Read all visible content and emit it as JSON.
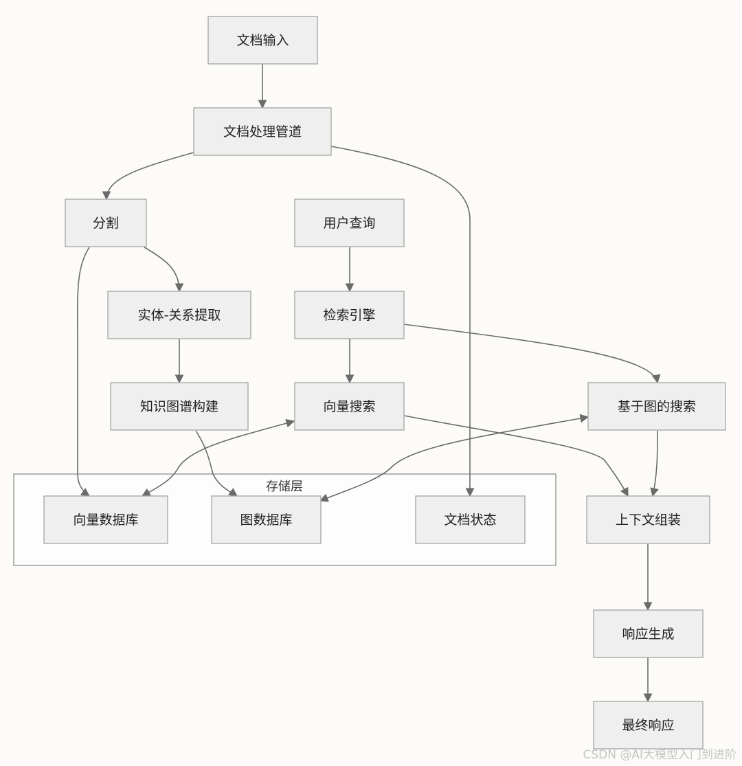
{
  "cluster": {
    "label": "存储层"
  },
  "nodes": {
    "doc_input": "文档输入",
    "doc_pipeline": "文档处理管道",
    "split": "分割",
    "user_query": "用户查询",
    "entity_extract": "实体-关系提取",
    "search_engine": "检索引擎",
    "kg_build": "知识图谱构建",
    "vector_search": "向量搜索",
    "graph_search": "基于图的搜索",
    "vector_db": "向量数据库",
    "graph_db": "图数据库",
    "doc_status": "文档状态",
    "context_assembly": "上下文组装",
    "response_gen": "响应生成",
    "final_response": "最终响应"
  },
  "edges": [
    {
      "from": "doc_input",
      "to": "doc_pipeline"
    },
    {
      "from": "doc_pipeline",
      "to": "split"
    },
    {
      "from": "doc_pipeline",
      "to": "doc_status"
    },
    {
      "from": "split",
      "to": "entity_extract"
    },
    {
      "from": "split",
      "to": "vector_db"
    },
    {
      "from": "entity_extract",
      "to": "kg_build"
    },
    {
      "from": "kg_build",
      "to": "graph_db"
    },
    {
      "from": "user_query",
      "to": "search_engine"
    },
    {
      "from": "search_engine",
      "to": "vector_search"
    },
    {
      "from": "search_engine",
      "to": "graph_search"
    },
    {
      "from": "vector_search",
      "to": "vector_db",
      "bidirectional": true
    },
    {
      "from": "graph_search",
      "to": "graph_db",
      "bidirectional": true
    },
    {
      "from": "vector_search",
      "to": "context_assembly"
    },
    {
      "from": "graph_search",
      "to": "context_assembly"
    },
    {
      "from": "context_assembly",
      "to": "response_gen"
    },
    {
      "from": "response_gen",
      "to": "final_response"
    }
  ],
  "watermark": "CSDN @AI大模型入门到进阶",
  "colors": {
    "node_fill": "#efefef",
    "node_stroke": "#aaaaaa",
    "edge": "#6b6b6b",
    "background": "#fcfbf7"
  }
}
